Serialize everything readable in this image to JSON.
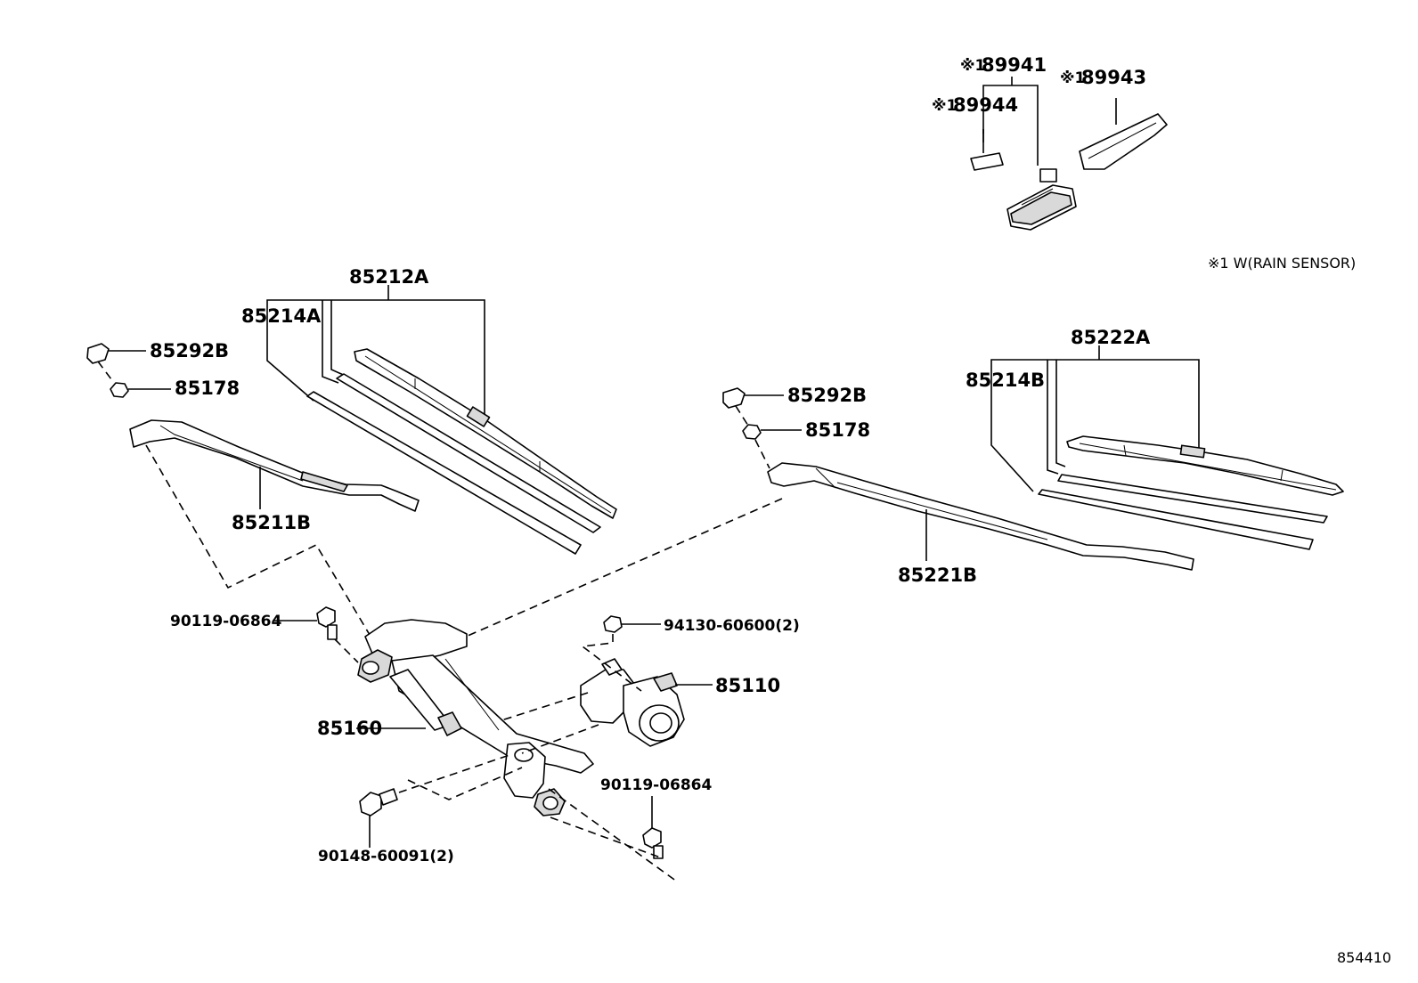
{
  "labels": {
    "p85212A": "85212A",
    "p85214A": "85214A",
    "p85292B_l": "85292B",
    "p85178_l": "85178",
    "p85211B": "85211B",
    "p85292B_r": "85292B",
    "p85178_r": "85178",
    "p85222A": "85222A",
    "p85214B": "85214B",
    "p85221B": "85221B",
    "p89941": "89941",
    "p89944": "89944",
    "p89943": "89943",
    "p90119_a": "90119-06864",
    "p94130": "94130-60600(2)",
    "p85110": "85110",
    "p85160": "85160",
    "p90119_b": "90119-06864",
    "p90148": "90148-60091(2)"
  },
  "marks": {
    "note_mark": "※1"
  },
  "note": "※1 W(RAIN SENSOR)",
  "figure_id": "854410"
}
